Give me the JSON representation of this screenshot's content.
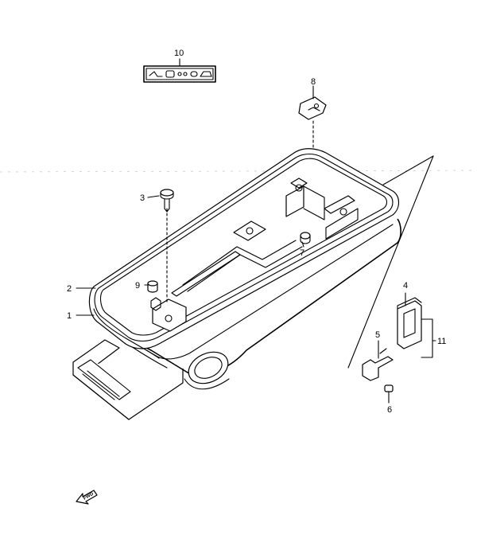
{
  "callouts": {
    "c1": "1",
    "c2": "2",
    "c3": "3",
    "c4": "4",
    "c5": "5",
    "c6": "6",
    "c7": "7",
    "c8": "8",
    "c9": "9",
    "c10": "10",
    "c11": "11"
  },
  "fwd_label": "FWD"
}
